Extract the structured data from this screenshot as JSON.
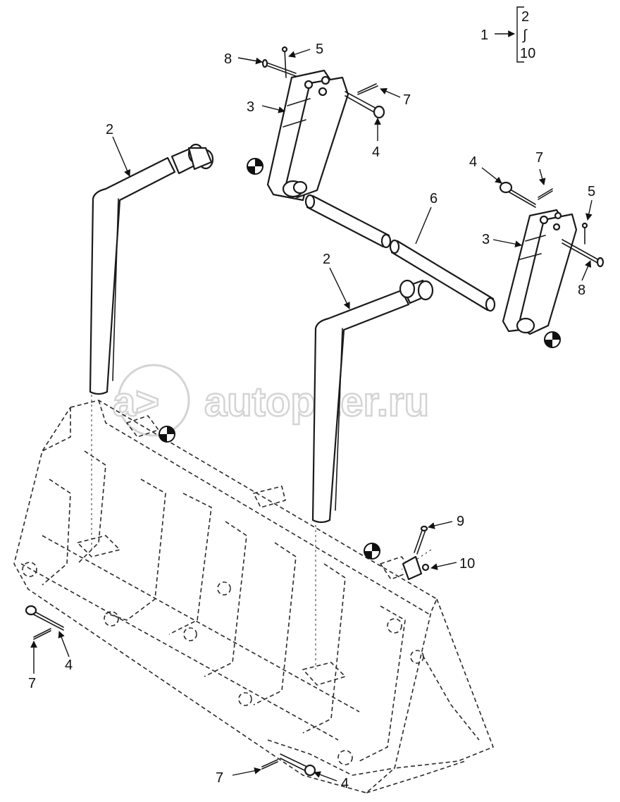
{
  "callouts": {
    "assembly": "1",
    "range_start": "2",
    "range_sep": "∫",
    "range_end": "10",
    "tine_left": "2",
    "tine_center": "2",
    "bracket_top": "3",
    "bracket_right": "3",
    "pin_top": "4",
    "pin_right": "4",
    "pin_bottom_left": "4",
    "pin_bottom_center": "4",
    "clip_top": "5",
    "clip_right": "5",
    "tube": "6",
    "split_top": "7",
    "split_right": "7",
    "split_bottom_left": "7",
    "split_bottom_center": "7",
    "pin_top_left": "8",
    "pin_right_lower": "8",
    "bolt": "9",
    "nut": "10"
  },
  "watermark": {
    "text": "autopiter.ru",
    "logo": "a>"
  },
  "icons": [
    "assembly-bracket-icon",
    "grease-point-icon",
    "arrow-leader-icon"
  ],
  "colors": {
    "line": "#1a1a1a",
    "paper": "#ffffff",
    "watermark": "#d4d4d4"
  }
}
